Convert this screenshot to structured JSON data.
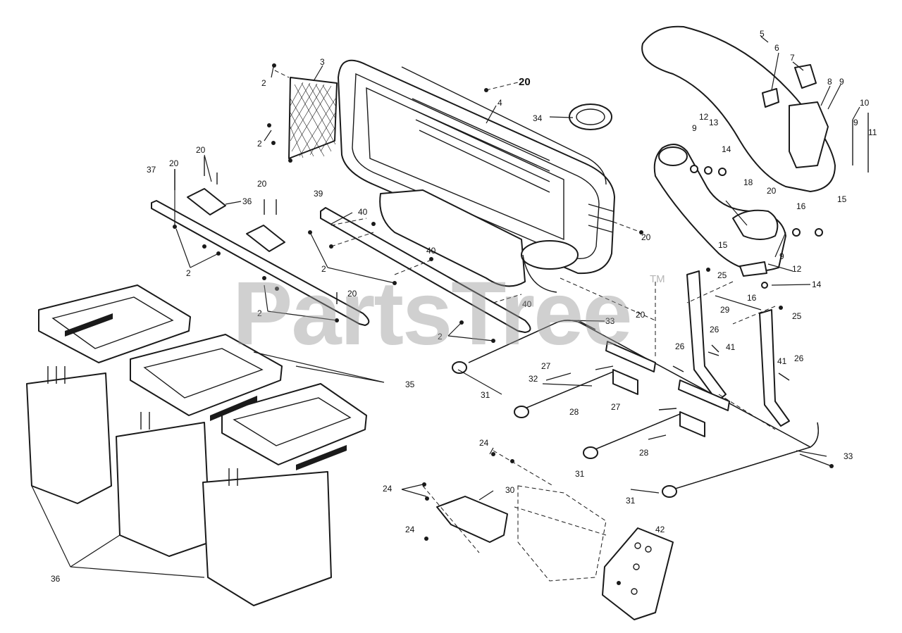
{
  "watermark": {
    "text": "PartsTree",
    "trademark": "TM"
  },
  "callouts": [
    {
      "label": "2"
    },
    {
      "label": "3"
    },
    {
      "label": "2"
    },
    {
      "label": "20"
    },
    {
      "label": "4"
    },
    {
      "label": "34"
    },
    {
      "label": "5"
    },
    {
      "label": "6"
    },
    {
      "label": "7"
    },
    {
      "label": "8"
    },
    {
      "label": "9"
    },
    {
      "label": "10"
    },
    {
      "label": "9"
    },
    {
      "label": "11"
    },
    {
      "label": "12"
    },
    {
      "label": "13"
    },
    {
      "label": "9"
    },
    {
      "label": "14"
    },
    {
      "label": "20"
    },
    {
      "label": "37"
    },
    {
      "label": "20"
    },
    {
      "label": "36"
    },
    {
      "label": "20"
    },
    {
      "label": "39"
    },
    {
      "label": "40"
    },
    {
      "label": "20"
    },
    {
      "label": "18"
    },
    {
      "label": "20"
    },
    {
      "label": "16"
    },
    {
      "label": "15"
    },
    {
      "label": "2"
    },
    {
      "label": "2"
    },
    {
      "label": "40"
    },
    {
      "label": "15"
    },
    {
      "label": "9"
    },
    {
      "label": "12"
    },
    {
      "label": "25"
    },
    {
      "label": "14"
    },
    {
      "label": "16"
    },
    {
      "label": "20"
    },
    {
      "label": "2"
    },
    {
      "label": "40"
    },
    {
      "label": "29"
    },
    {
      "label": "20"
    },
    {
      "label": "25"
    },
    {
      "label": "33"
    },
    {
      "label": "2"
    },
    {
      "label": "26"
    },
    {
      "label": "41"
    },
    {
      "label": "26"
    },
    {
      "label": "41"
    },
    {
      "label": "26"
    },
    {
      "label": "35"
    },
    {
      "label": "27"
    },
    {
      "label": "31"
    },
    {
      "label": "32"
    },
    {
      "label": "28"
    },
    {
      "label": "27"
    },
    {
      "label": "28"
    },
    {
      "label": "24"
    },
    {
      "label": "31"
    },
    {
      "label": "33"
    },
    {
      "label": "24"
    },
    {
      "label": "30"
    },
    {
      "label": "31"
    },
    {
      "label": "24"
    },
    {
      "label": "42"
    },
    {
      "label": "36"
    }
  ]
}
